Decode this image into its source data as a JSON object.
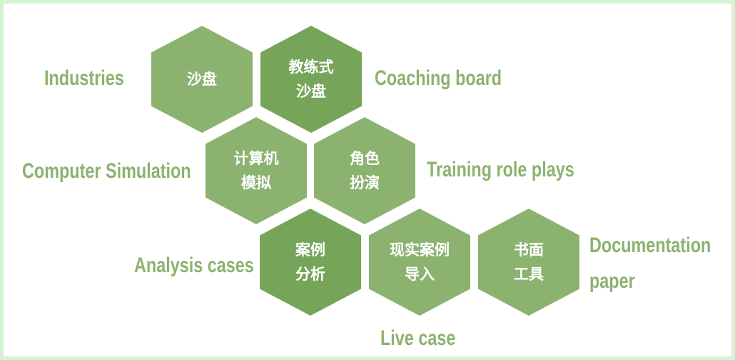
{
  "colors": {
    "light_hex": "#8cb270",
    "dark_hex": "#76a55a",
    "label": "#8cb270",
    "border": "#d4f5d4"
  },
  "hexagons": [
    {
      "lines": [
        "沙盘"
      ],
      "label": "Industries",
      "shade": "light"
    },
    {
      "lines": [
        "教练式",
        "沙盘"
      ],
      "label": "Coaching board",
      "shade": "dark"
    },
    {
      "lines": [
        "计算机",
        "模拟"
      ],
      "label": "Computer Simulation",
      "shade": "light"
    },
    {
      "lines": [
        "角色",
        "扮演"
      ],
      "label": "Training role plays",
      "shade": "light"
    },
    {
      "lines": [
        "案例",
        "分析"
      ],
      "label": "Analysis cases",
      "shade": "dark"
    },
    {
      "lines": [
        "现实案例",
        "导入"
      ],
      "label": "Live case",
      "shade": "light"
    },
    {
      "lines": [
        "书面",
        "工具"
      ],
      "label_lines": [
        "Documentation",
        "paper"
      ],
      "shade": "light"
    }
  ]
}
